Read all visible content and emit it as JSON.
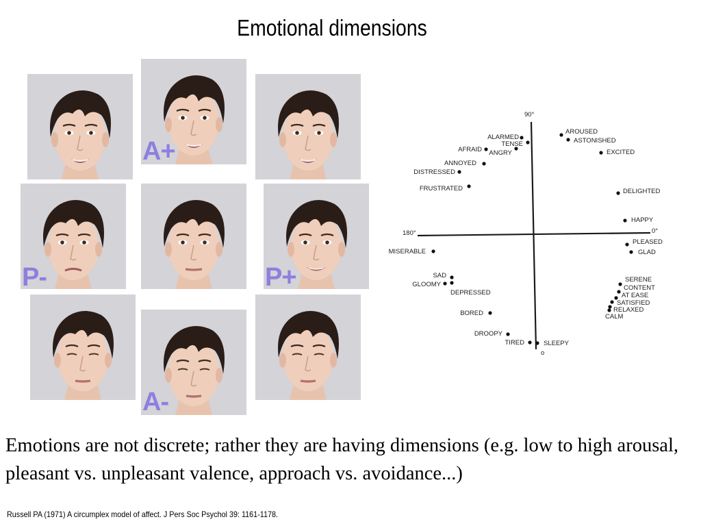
{
  "title": "Emotional dimensions",
  "faces": [
    {
      "id": "face-pos-neg-high",
      "badge": ""
    },
    {
      "id": "face-arousal-high",
      "badge": "A+"
    },
    {
      "id": "face-pos-pos-high",
      "badge": ""
    },
    {
      "id": "face-valence-neg",
      "badge": "P-"
    },
    {
      "id": "face-neutral",
      "badge": ""
    },
    {
      "id": "face-valence-pos",
      "badge": "P+"
    },
    {
      "id": "face-neg-low",
      "badge": ""
    },
    {
      "id": "face-arousal-low",
      "badge": "A-"
    },
    {
      "id": "face-pos-low",
      "badge": ""
    }
  ],
  "circumplex": {
    "angle_top": "90°",
    "angle_left": "180°",
    "angle_right": "0°",
    "angle_bottom": "o",
    "words": [
      {
        "label": "AROUSED"
      },
      {
        "label": "ASTONISHED"
      },
      {
        "label": "EXCITED"
      },
      {
        "label": "ALARMED"
      },
      {
        "label": "TENSE"
      },
      {
        "label": "AFRAID"
      },
      {
        "label": "ANGRY"
      },
      {
        "label": "ANNOYED"
      },
      {
        "label": "DISTRESSED"
      },
      {
        "label": "FRUSTRATED"
      },
      {
        "label": "DELIGHTED"
      },
      {
        "label": "HAPPY"
      },
      {
        "label": "PLEASED"
      },
      {
        "label": "GLAD"
      },
      {
        "label": "MISERABLE"
      },
      {
        "label": "SAD"
      },
      {
        "label": "GLOOMY"
      },
      {
        "label": "DEPRESSED"
      },
      {
        "label": "BORED"
      },
      {
        "label": "DROOPY"
      },
      {
        "label": "TIRED"
      },
      {
        "label": "SLEEPY"
      },
      {
        "label": "SERENE"
      },
      {
        "label": "CONTENT"
      },
      {
        "label": "AT EASE"
      },
      {
        "label": "SATISFIED"
      },
      {
        "label": "RELAXED"
      },
      {
        "label": "CALM"
      }
    ]
  },
  "body_text": "Emotions are not discrete; rather they are having dimensions (e.g. low to high arousal, pleasant vs. unpleasant valence, approach vs. avoidance...)",
  "citation": "Russell PA (1971) A circumplex model of affect. J Pers Soc Psychol 39: 1161-1178."
}
